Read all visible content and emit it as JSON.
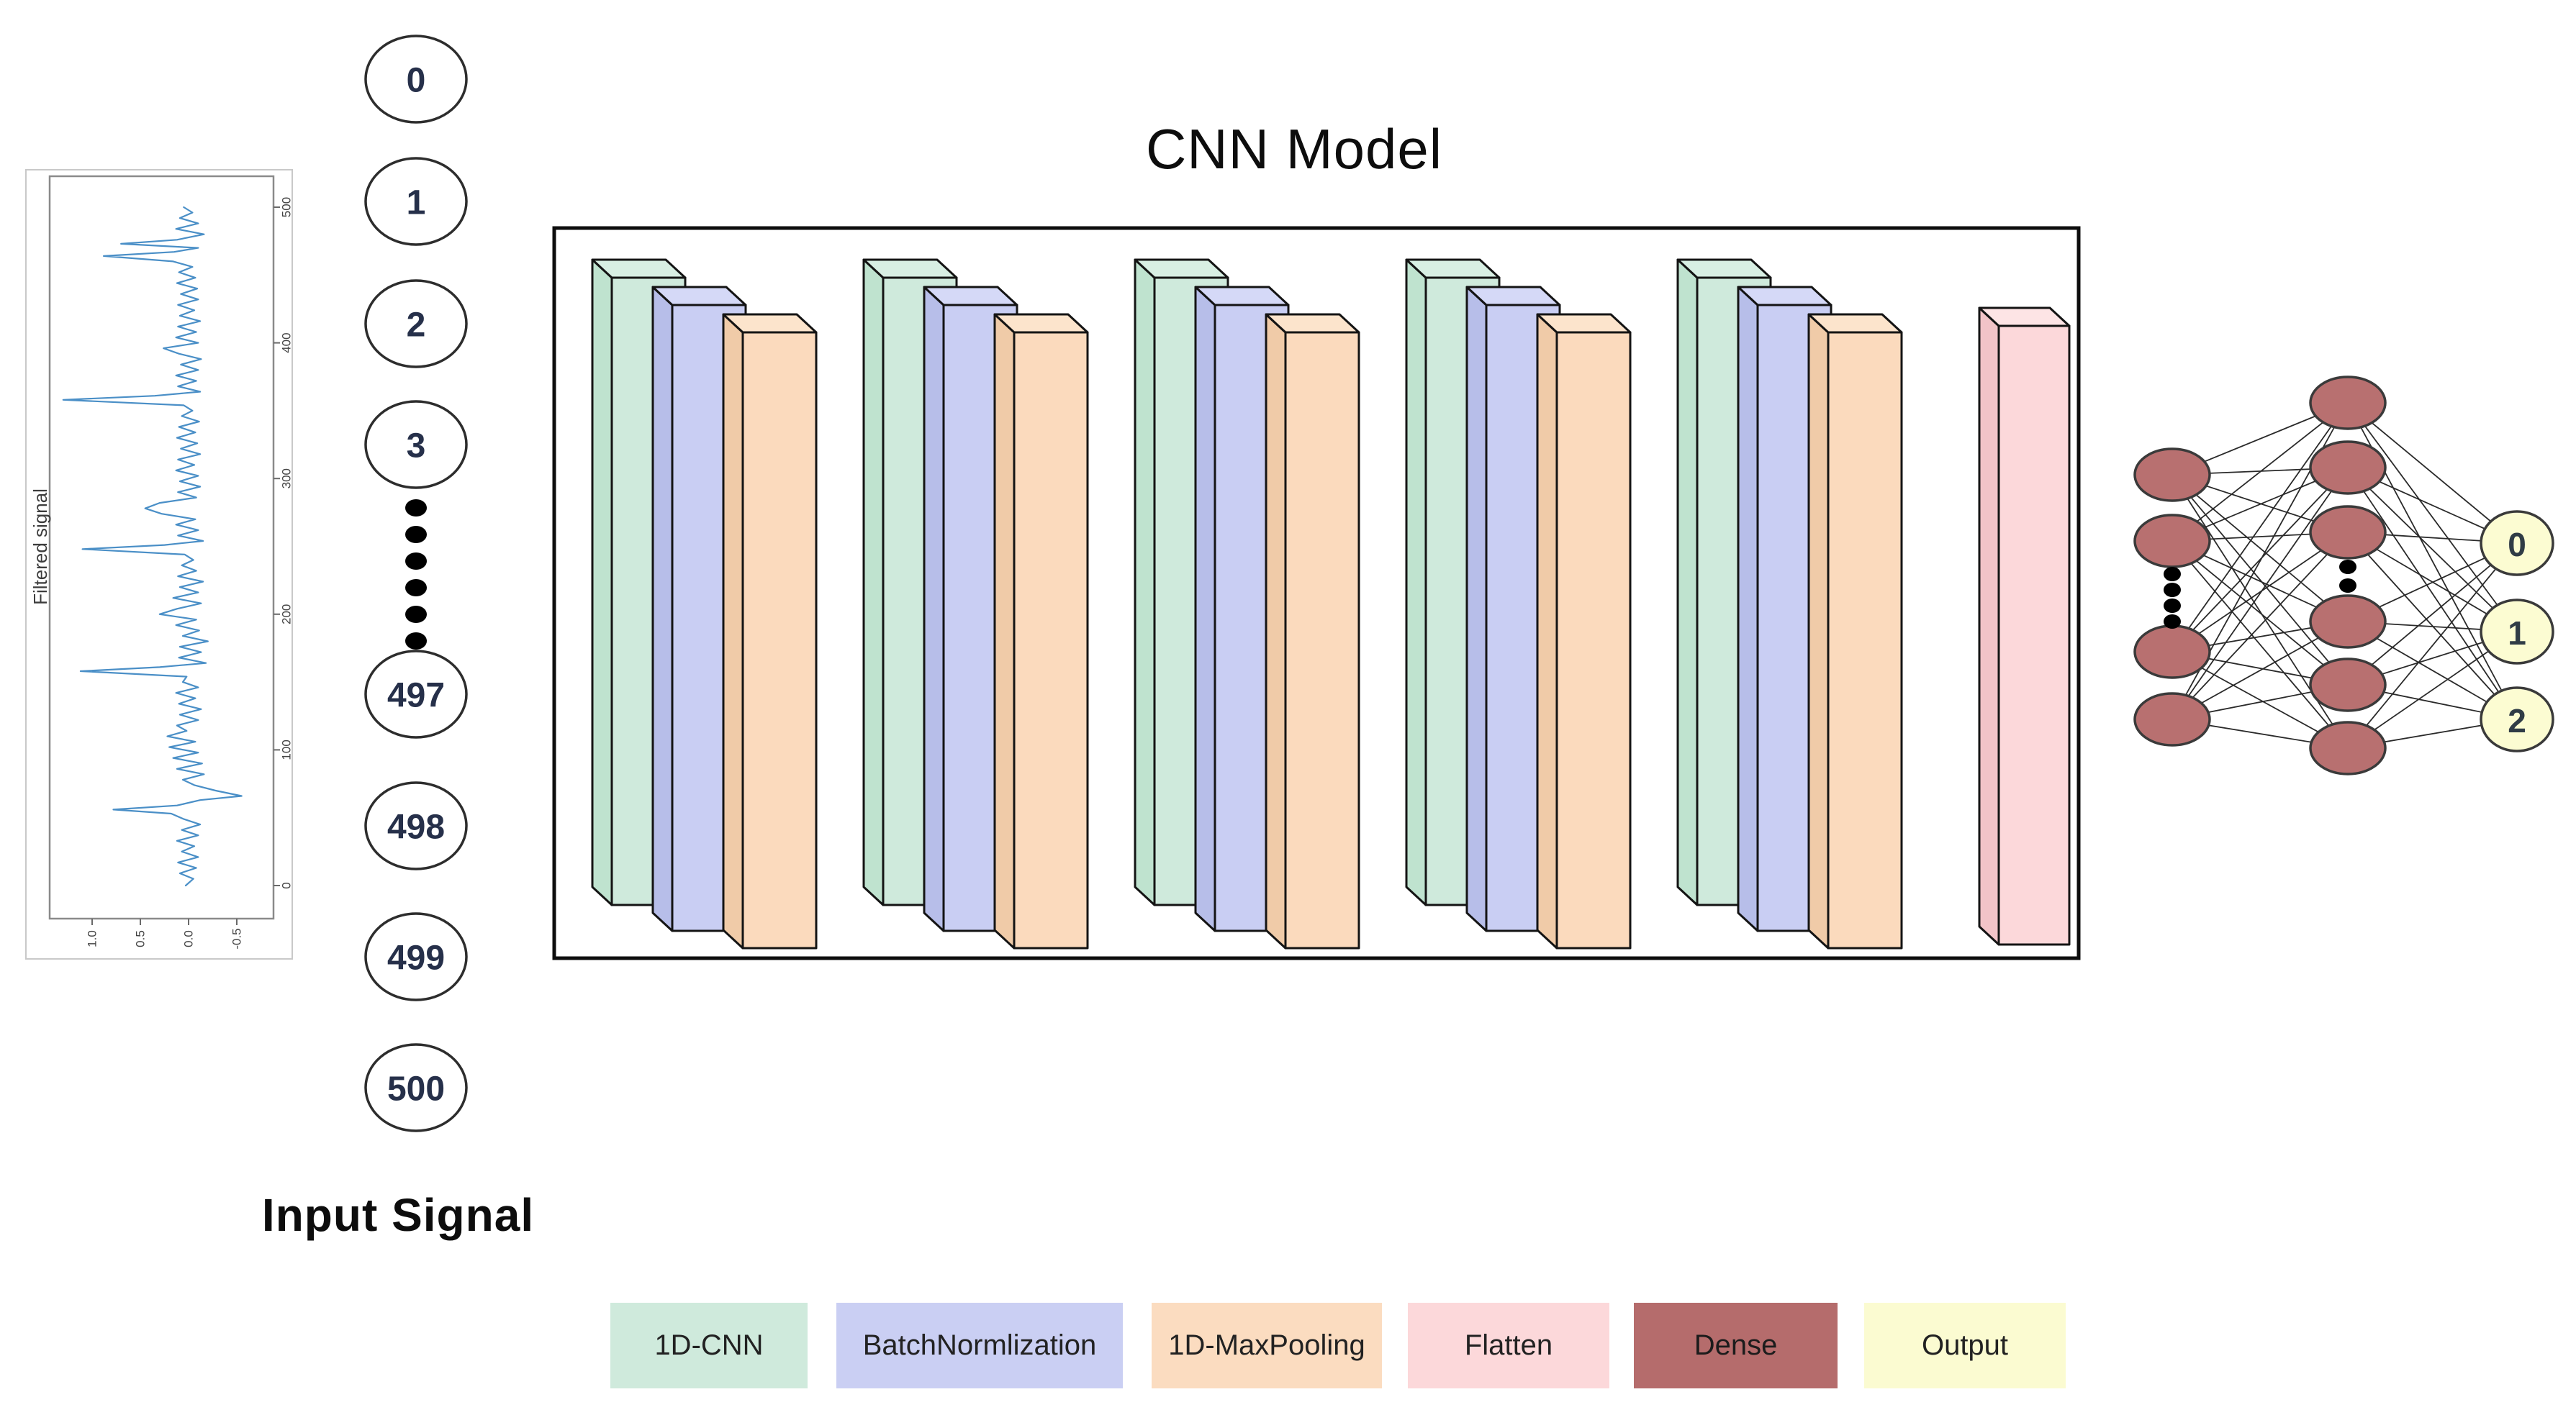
{
  "cnn_box": {
    "title": "CNN Model",
    "conv_blocks": 5,
    "block_layers": [
      "1D-CNN",
      "BatchNormlization",
      "1D-MaxPooling"
    ],
    "flatten_layer": "Flatten"
  },
  "input_signal": {
    "label": "Input Signal",
    "top_nodes": [
      "0",
      "1",
      "2",
      "3"
    ],
    "bottom_nodes": [
      "497",
      "498",
      "499",
      "500"
    ],
    "ellipsis_dots": 6
  },
  "dense_network": {
    "layer1_visible_nodes": 4,
    "layer1_ellipsis_dots": 4,
    "layer2_visible_nodes": 6,
    "layer2_ellipsis_dots": 2,
    "output_labels": [
      "0",
      "1",
      "2"
    ]
  },
  "legend": {
    "items": [
      {
        "label": "1D-CNN",
        "color": "#cfeadc",
        "text_color": "#222222"
      },
      {
        "label": "BatchNormlization",
        "color": "#cacff3",
        "text_color": "#222222"
      },
      {
        "label": "1D-MaxPooling",
        "color": "#fbdcc0",
        "text_color": "#222222"
      },
      {
        "label": "Flatten",
        "color": "#fcd8da",
        "text_color": "#222222"
      },
      {
        "label": "Dense",
        "color": "#b56c6c",
        "text_color": "#1c1c1c"
      },
      {
        "label": "Output",
        "color": "#fbfbd1",
        "text_color": "#222222"
      }
    ]
  },
  "colors": {
    "conv": {
      "front": "#cfeadc",
      "side": "#bfe3cf",
      "top": "#d8efe3"
    },
    "batchnorm": {
      "front": "#c9cef3",
      "side": "#b7bee9",
      "top": "#d5d9f7"
    },
    "maxpool": {
      "front": "#fbdabd",
      "side": "#f0cba8",
      "top": "#fce4cc"
    },
    "flatten": {
      "front": "#fcd8da",
      "side": "#f2c4c8",
      "top": "#fde4e5"
    },
    "dense_node": "#b87070",
    "output_node": "#fcfcd2",
    "node_outline": "#3a3a3a",
    "box_outline": "#0d0d0d",
    "signal_line": "#4a8fc7",
    "number_text": "#26304a"
  },
  "chart_data": {
    "type": "line",
    "title": "Filtered signal",
    "orientation": "rotated_90_ccw",
    "xlabel": "",
    "ylabel": "",
    "x_ticks": [
      0,
      100,
      200,
      300,
      400,
      500
    ],
    "y_ticks": [
      "1.0",
      "0.5",
      "0.0",
      "-0.5"
    ],
    "xlim": [
      -15,
      515
    ],
    "ylim": [
      -0.62,
      1.45
    ],
    "grid": false,
    "legend_position": "none",
    "series": [
      {
        "name": "filtered_signal",
        "points": [
          [
            0,
            0.03
          ],
          [
            5,
            -0.05
          ],
          [
            9,
            0.09
          ],
          [
            13,
            -0.08
          ],
          [
            17,
            0.11
          ],
          [
            21,
            -0.1
          ],
          [
            25,
            0.07
          ],
          [
            29,
            -0.06
          ],
          [
            33,
            0.12
          ],
          [
            37,
            -0.1
          ],
          [
            41,
            0.07
          ],
          [
            45,
            -0.12
          ],
          [
            49,
            0.05
          ],
          [
            53,
            0.18
          ],
          [
            56,
            0.78
          ],
          [
            59,
            0.12
          ],
          [
            63,
            -0.12
          ],
          [
            66,
            -0.55
          ],
          [
            70,
            -0.28
          ],
          [
            74,
            -0.06
          ],
          [
            78,
            0.06
          ],
          [
            82,
            -0.16
          ],
          [
            86,
            0.12
          ],
          [
            90,
            -0.14
          ],
          [
            94,
            0.16
          ],
          [
            98,
            -0.1
          ],
          [
            102,
            0.2
          ],
          [
            106,
            -0.07
          ],
          [
            110,
            0.22
          ],
          [
            114,
            0.02
          ],
          [
            118,
            0.12
          ],
          [
            122,
            -0.1
          ],
          [
            126,
            0.09
          ],
          [
            130,
            -0.13
          ],
          [
            134,
            0.1
          ],
          [
            138,
            -0.07
          ],
          [
            142,
            0.13
          ],
          [
            146,
            -0.1
          ],
          [
            150,
            0.06
          ],
          [
            154,
            0.02
          ],
          [
            158,
            1.12
          ],
          [
            161,
            0.3
          ],
          [
            164,
            -0.18
          ],
          [
            168,
            0.1
          ],
          [
            172,
            -0.13
          ],
          [
            176,
            0.09
          ],
          [
            180,
            -0.2
          ],
          [
            184,
            0.06
          ],
          [
            188,
            -0.11
          ],
          [
            192,
            0.13
          ],
          [
            196,
            -0.08
          ],
          [
            200,
            0.3
          ],
          [
            204,
            0.12
          ],
          [
            208,
            -0.13
          ],
          [
            212,
            0.16
          ],
          [
            216,
            -0.1
          ],
          [
            220,
            0.09
          ],
          [
            224,
            -0.15
          ],
          [
            228,
            0.11
          ],
          [
            232,
            -0.08
          ],
          [
            236,
            0.07
          ],
          [
            240,
            -0.05
          ],
          [
            244,
            0.04
          ],
          [
            248,
            1.1
          ],
          [
            251,
            0.25
          ],
          [
            254,
            -0.15
          ],
          [
            258,
            0.11
          ],
          [
            262,
            -0.1
          ],
          [
            266,
            0.13
          ],
          [
            270,
            -0.07
          ],
          [
            274,
            0.28
          ],
          [
            278,
            0.45
          ],
          [
            282,
            0.3
          ],
          [
            286,
            -0.08
          ],
          [
            290,
            0.11
          ],
          [
            294,
            -0.12
          ],
          [
            298,
            0.09
          ],
          [
            302,
            -0.1
          ],
          [
            306,
            0.13
          ],
          [
            310,
            -0.06
          ],
          [
            314,
            0.11
          ],
          [
            318,
            -0.12
          ],
          [
            322,
            0.08
          ],
          [
            326,
            -0.09
          ],
          [
            330,
            0.12
          ],
          [
            334,
            -0.07
          ],
          [
            338,
            0.1
          ],
          [
            342,
            -0.11
          ],
          [
            346,
            0.07
          ],
          [
            350,
            -0.04
          ],
          [
            354,
            0.05
          ],
          [
            358,
            1.3
          ],
          [
            361,
            0.35
          ],
          [
            364,
            -0.12
          ],
          [
            368,
            0.11
          ],
          [
            372,
            -0.08
          ],
          [
            376,
            0.13
          ],
          [
            380,
            -0.1
          ],
          [
            384,
            0.08
          ],
          [
            388,
            -0.13
          ],
          [
            392,
            0.1
          ],
          [
            396,
            0.26
          ],
          [
            400,
            -0.1
          ],
          [
            404,
            0.13
          ],
          [
            408,
            -0.08
          ],
          [
            412,
            0.11
          ],
          [
            416,
            -0.12
          ],
          [
            420,
            0.09
          ],
          [
            424,
            -0.06
          ],
          [
            428,
            0.11
          ],
          [
            432,
            -0.1
          ],
          [
            436,
            0.08
          ],
          [
            440,
            -0.09
          ],
          [
            444,
            0.12
          ],
          [
            448,
            -0.07
          ],
          [
            452,
            0.1
          ],
          [
            456,
            -0.04
          ],
          [
            460,
            0.16
          ],
          [
            464,
            0.88
          ],
          [
            467,
            0.15
          ],
          [
            470,
            -0.1
          ],
          [
            473,
            0.7
          ],
          [
            476,
            0.12
          ],
          [
            480,
            -0.16
          ],
          [
            484,
            0.13
          ],
          [
            488,
            -0.1
          ],
          [
            492,
            0.09
          ],
          [
            496,
            -0.04
          ],
          [
            500,
            0.05
          ]
        ]
      }
    ]
  }
}
